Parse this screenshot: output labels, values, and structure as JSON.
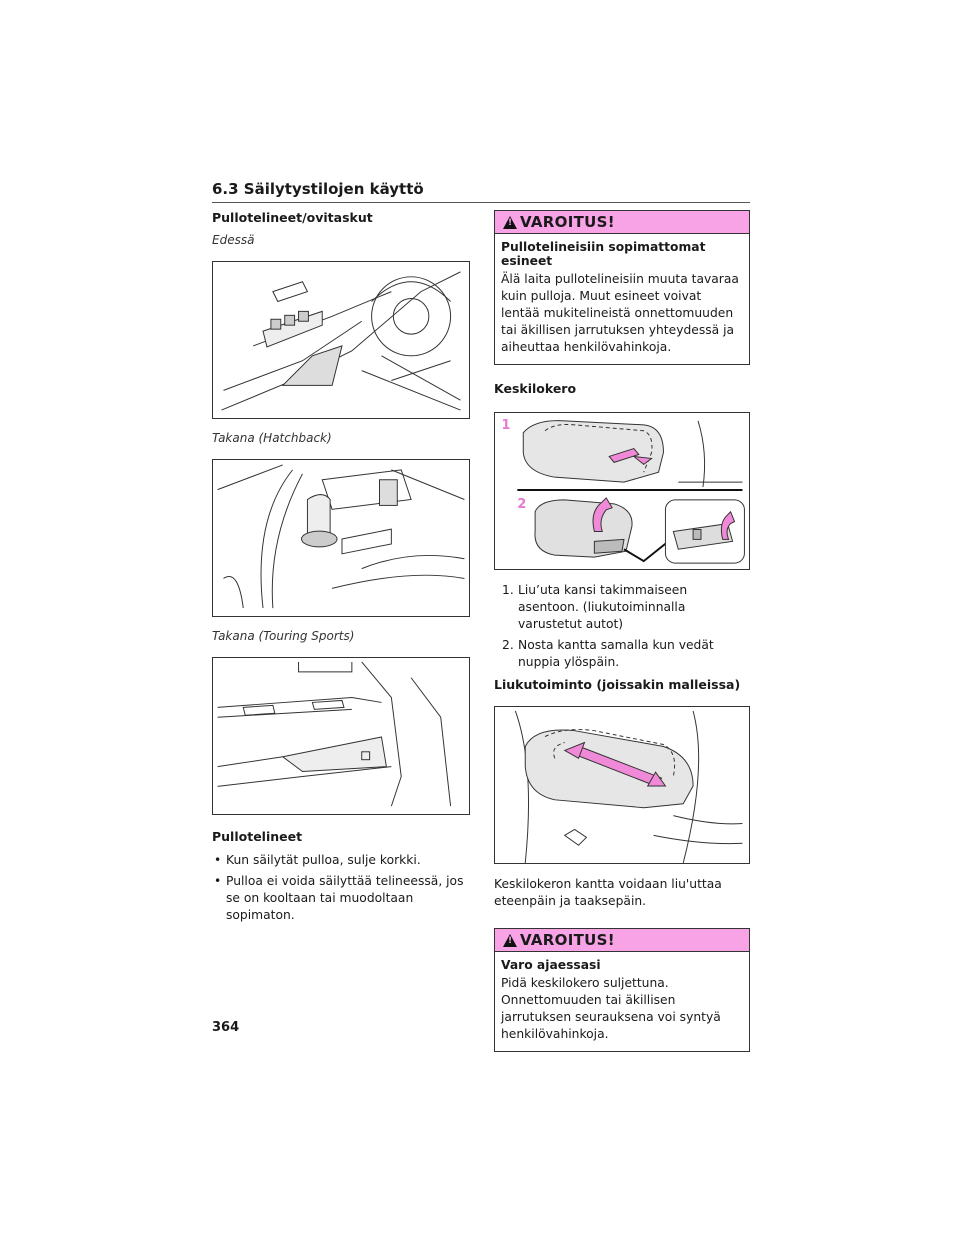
{
  "header": {
    "section": "6.3 Säilytystilojen käyttö"
  },
  "left": {
    "title": "Pullotelineet/ovitaskut",
    "front_label": "Edessä",
    "rear_hatch_label": "Takana (Hatchback)",
    "rear_touring_label": "Takana (Touring Sports)",
    "bottles_heading": "Pullotelineet",
    "bullets": [
      "Kun säilytät pulloa, sulje korkki.",
      "Pulloa ei voida säilyttää telineessä, jos se on kooltaan tai muodoltaan sopimaton."
    ]
  },
  "right": {
    "warning1": {
      "label": "VAROITUS!",
      "heading": "Pullotelineisiin sopimattomat esineet",
      "text": "Älä laita pullotelineisiin muuta tavaraa kuin pulloja. Muut esineet voivat lentää mukitelineistä onnettomuuden tai äkillisen jarrutuksen yhteydessä ja aiheuttaa henkilövahinkoja."
    },
    "console_heading": "Keskilokero",
    "figure_labels": [
      "1",
      "2"
    ],
    "steps": [
      {
        "num": "1.",
        "text": "Liu’uta kansi takimmaiseen asentoon. (liukutoiminnalla varustetut autot)"
      },
      {
        "num": "2.",
        "text": "Nosta kantta samalla kun vedät nuppia ylöspäin."
      }
    ],
    "slide_heading": "Liukutoiminto (joissakin malleissa)",
    "slide_text": "Keskilokeron kantta voidaan liu'uttaa eteenpäin ja taaksepäin.",
    "warning2": {
      "label": "VAROITUS!",
      "heading": "Varo ajaessasi",
      "text": "Pidä keskilokero suljettuna. Onnettomuuden tai äkillisen jarrutuksen seurauksena voi syntyä henkilövahinkoja."
    }
  },
  "page_number": "364",
  "colors": {
    "warning_bg": "#f7a3e6",
    "arrow": "#f08ad8",
    "label": "#e879d0"
  }
}
